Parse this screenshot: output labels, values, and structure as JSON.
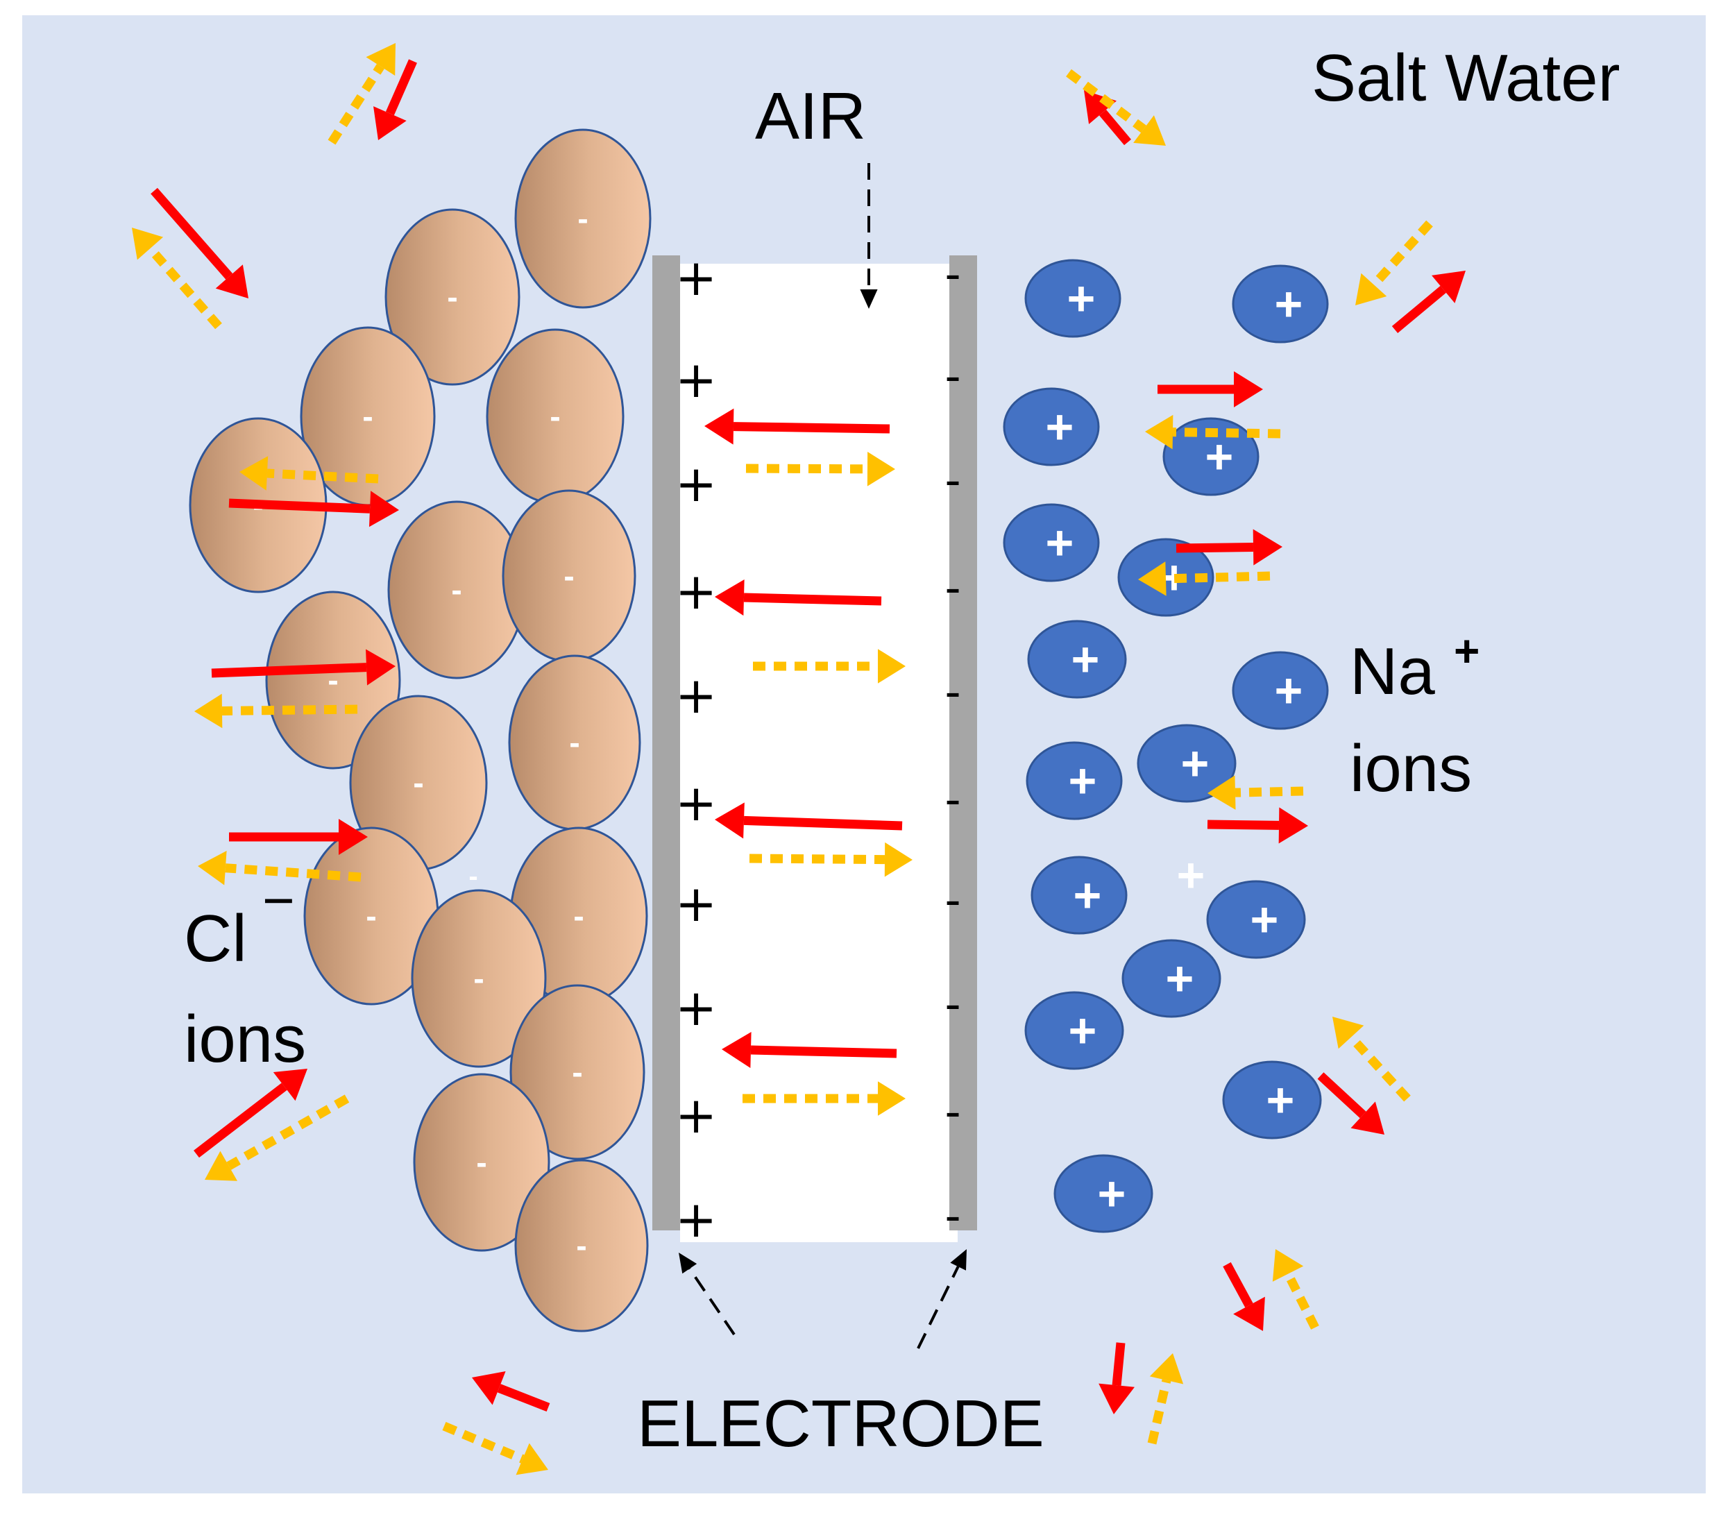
{
  "labels": {
    "salt_water": "Salt Water",
    "air": "AIR",
    "electrode": "ELECTRODE",
    "cl_symbol": "Cl",
    "cl_superscript": "−",
    "cl_ions": "ions",
    "na_symbol": "Na",
    "na_superscript": "+",
    "na_ions": "ions"
  },
  "ion_signs": {
    "anion": "-",
    "cation": "+"
  },
  "plate_signs": {
    "positive_plate": "+",
    "negative_plate": "-"
  },
  "colors": {
    "water": "#dae3f3",
    "air": "#ffffff",
    "electrode": "#a6a6a6",
    "chloride_ion_light": "#f4c7a6",
    "chloride_ion_dark": "#b88b6a",
    "ion_outline": "#2f5597",
    "sodium_ion": "#4472c4",
    "solid_arrow": "#ff0000",
    "dashed_arrow": "#ffc000",
    "pointer_arrow": "#000000",
    "ion_sign": "#ffffff"
  }
}
